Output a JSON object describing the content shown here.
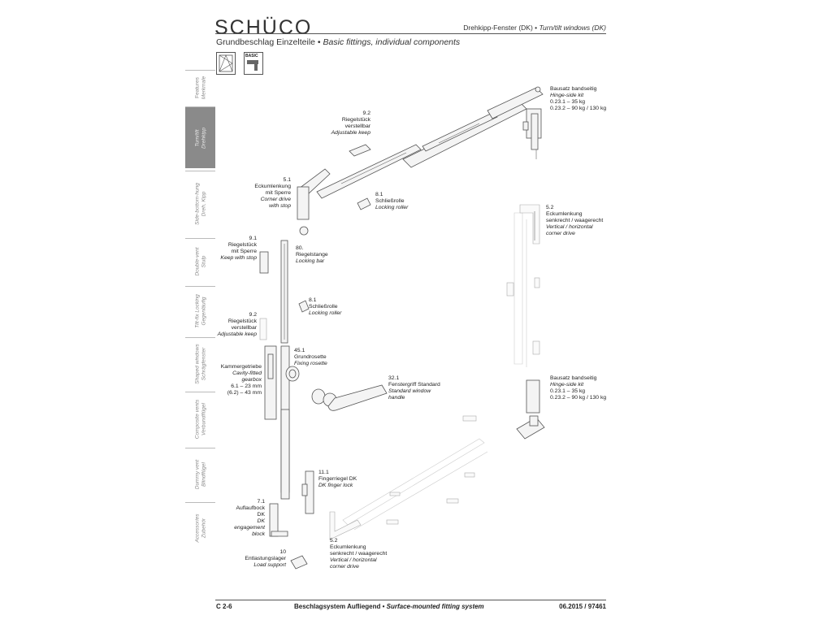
{
  "header": {
    "brand": "SCHÜCO",
    "doc_title_de": "Drehkipp-Fenster (DK) • ",
    "doc_title_en": "Turn/tilt windows (DK)"
  },
  "section": {
    "title_de": "Grundbeschlag Einzelteile • ",
    "title_en": "Basic fittings, individual components",
    "basic_badge": "BASIC"
  },
  "tabs": [
    {
      "de": "Features",
      "en": "Merkmale"
    },
    {
      "de": "Turn/tilt",
      "en": "Drehkipp"
    },
    {
      "de": "Side-bottom-hung",
      "en": "Dreh, Kipp"
    },
    {
      "de": "Double-vent",
      "en": "Stulp"
    },
    {
      "de": "Tilt-fix Locking",
      "en": "Gegenläufig"
    },
    {
      "de": "Shaped windows",
      "en": "Schrägfenster"
    },
    {
      "de": "Composite vents",
      "en": "Verbundflügel"
    },
    {
      "de": "Dummy vent",
      "en": "Blindflügel"
    },
    {
      "de": "Accessories",
      "en": "Zubehör"
    }
  ],
  "labels": {
    "hinge_top": {
      "de": "Bausatz bandseitig",
      "en": "Hinge-side kit",
      "l1": "0.23.1 – 35 kg",
      "l2": "0.23.2 – 90 kg / 130 kg"
    },
    "keep_top": {
      "num": "9.2",
      "de1": "Riegelstück",
      "de2": "verstellbar",
      "en": "Adjustable keep"
    },
    "corner_top": {
      "num": "5.1",
      "de1": "Eckumlenkung",
      "de2": "mit Sperre",
      "en1": "Corner drive",
      "en2": "with stop"
    },
    "roller_top": {
      "num": "8.1",
      "de": "Schließrolle",
      "en": "Locking roller"
    },
    "corner_right": {
      "num": "5.2",
      "de1": "Eckumlenkung",
      "de2": "senkrecht / waagerecht",
      "en1": "Vertical / horizontal",
      "en2": "corner drive"
    },
    "keep_stop": {
      "num": "9.1",
      "de1": "Riegelstück",
      "de2": "mit Sperre",
      "en": "Keep with stop"
    },
    "bar": {
      "num": "80.",
      "de": "Riegelstange",
      "en": "Locking bar"
    },
    "roller_mid": {
      "num": "8.1",
      "de": "Schließrolle",
      "en": "Locking roller"
    },
    "keep_mid": {
      "num": "9.2",
      "de1": "Riegelstück",
      "de2": "verstellbar",
      "en": "Adjustable keep"
    },
    "rosette": {
      "num": "45.1",
      "de": "Grundrosette",
      "en": "Fixing rosette"
    },
    "gearbox": {
      "de": "Kammergetriebe",
      "en1": "Cavity-fitted",
      "en2": "gearbox",
      "l1": "6.1 – 23 mm",
      "l2": "(6.2) – 43 mm"
    },
    "handle": {
      "num": "32.1",
      "de": "Fenstergriff Standard",
      "en1": "Standard window",
      "en2": "handle"
    },
    "hinge_bottom": {
      "de": "Bausatz bandseitig",
      "en": "Hinge-side kit",
      "l1": "0.23.1 – 35 kg",
      "l2": "0.23.2 – 90 kg / 130 kg"
    },
    "finger_lock": {
      "num": "11.1",
      "de": "Fingerriegel DK",
      "en": "DK finger lock"
    },
    "engagement": {
      "num": "7.1",
      "de1": "Auflaufbock",
      "de2": "DK",
      "en1": "DK",
      "en2": "engagement",
      "en3": "block"
    },
    "corner_bottom": {
      "num": "5.2",
      "de1": "Eckumlenkung",
      "de2": "senkrecht / waagerecht",
      "en1": "Vertical / horizontal",
      "en2": "corner drive"
    },
    "load_support": {
      "num": "10",
      "de": "Entlastungslager",
      "en": "Load support"
    }
  },
  "footer": {
    "page": "C 2-6",
    "system_de": "Beschlagsystem Aufliegend • ",
    "system_en": "Surface-mounted fitting system",
    "date": "06.2015 / 97461"
  }
}
